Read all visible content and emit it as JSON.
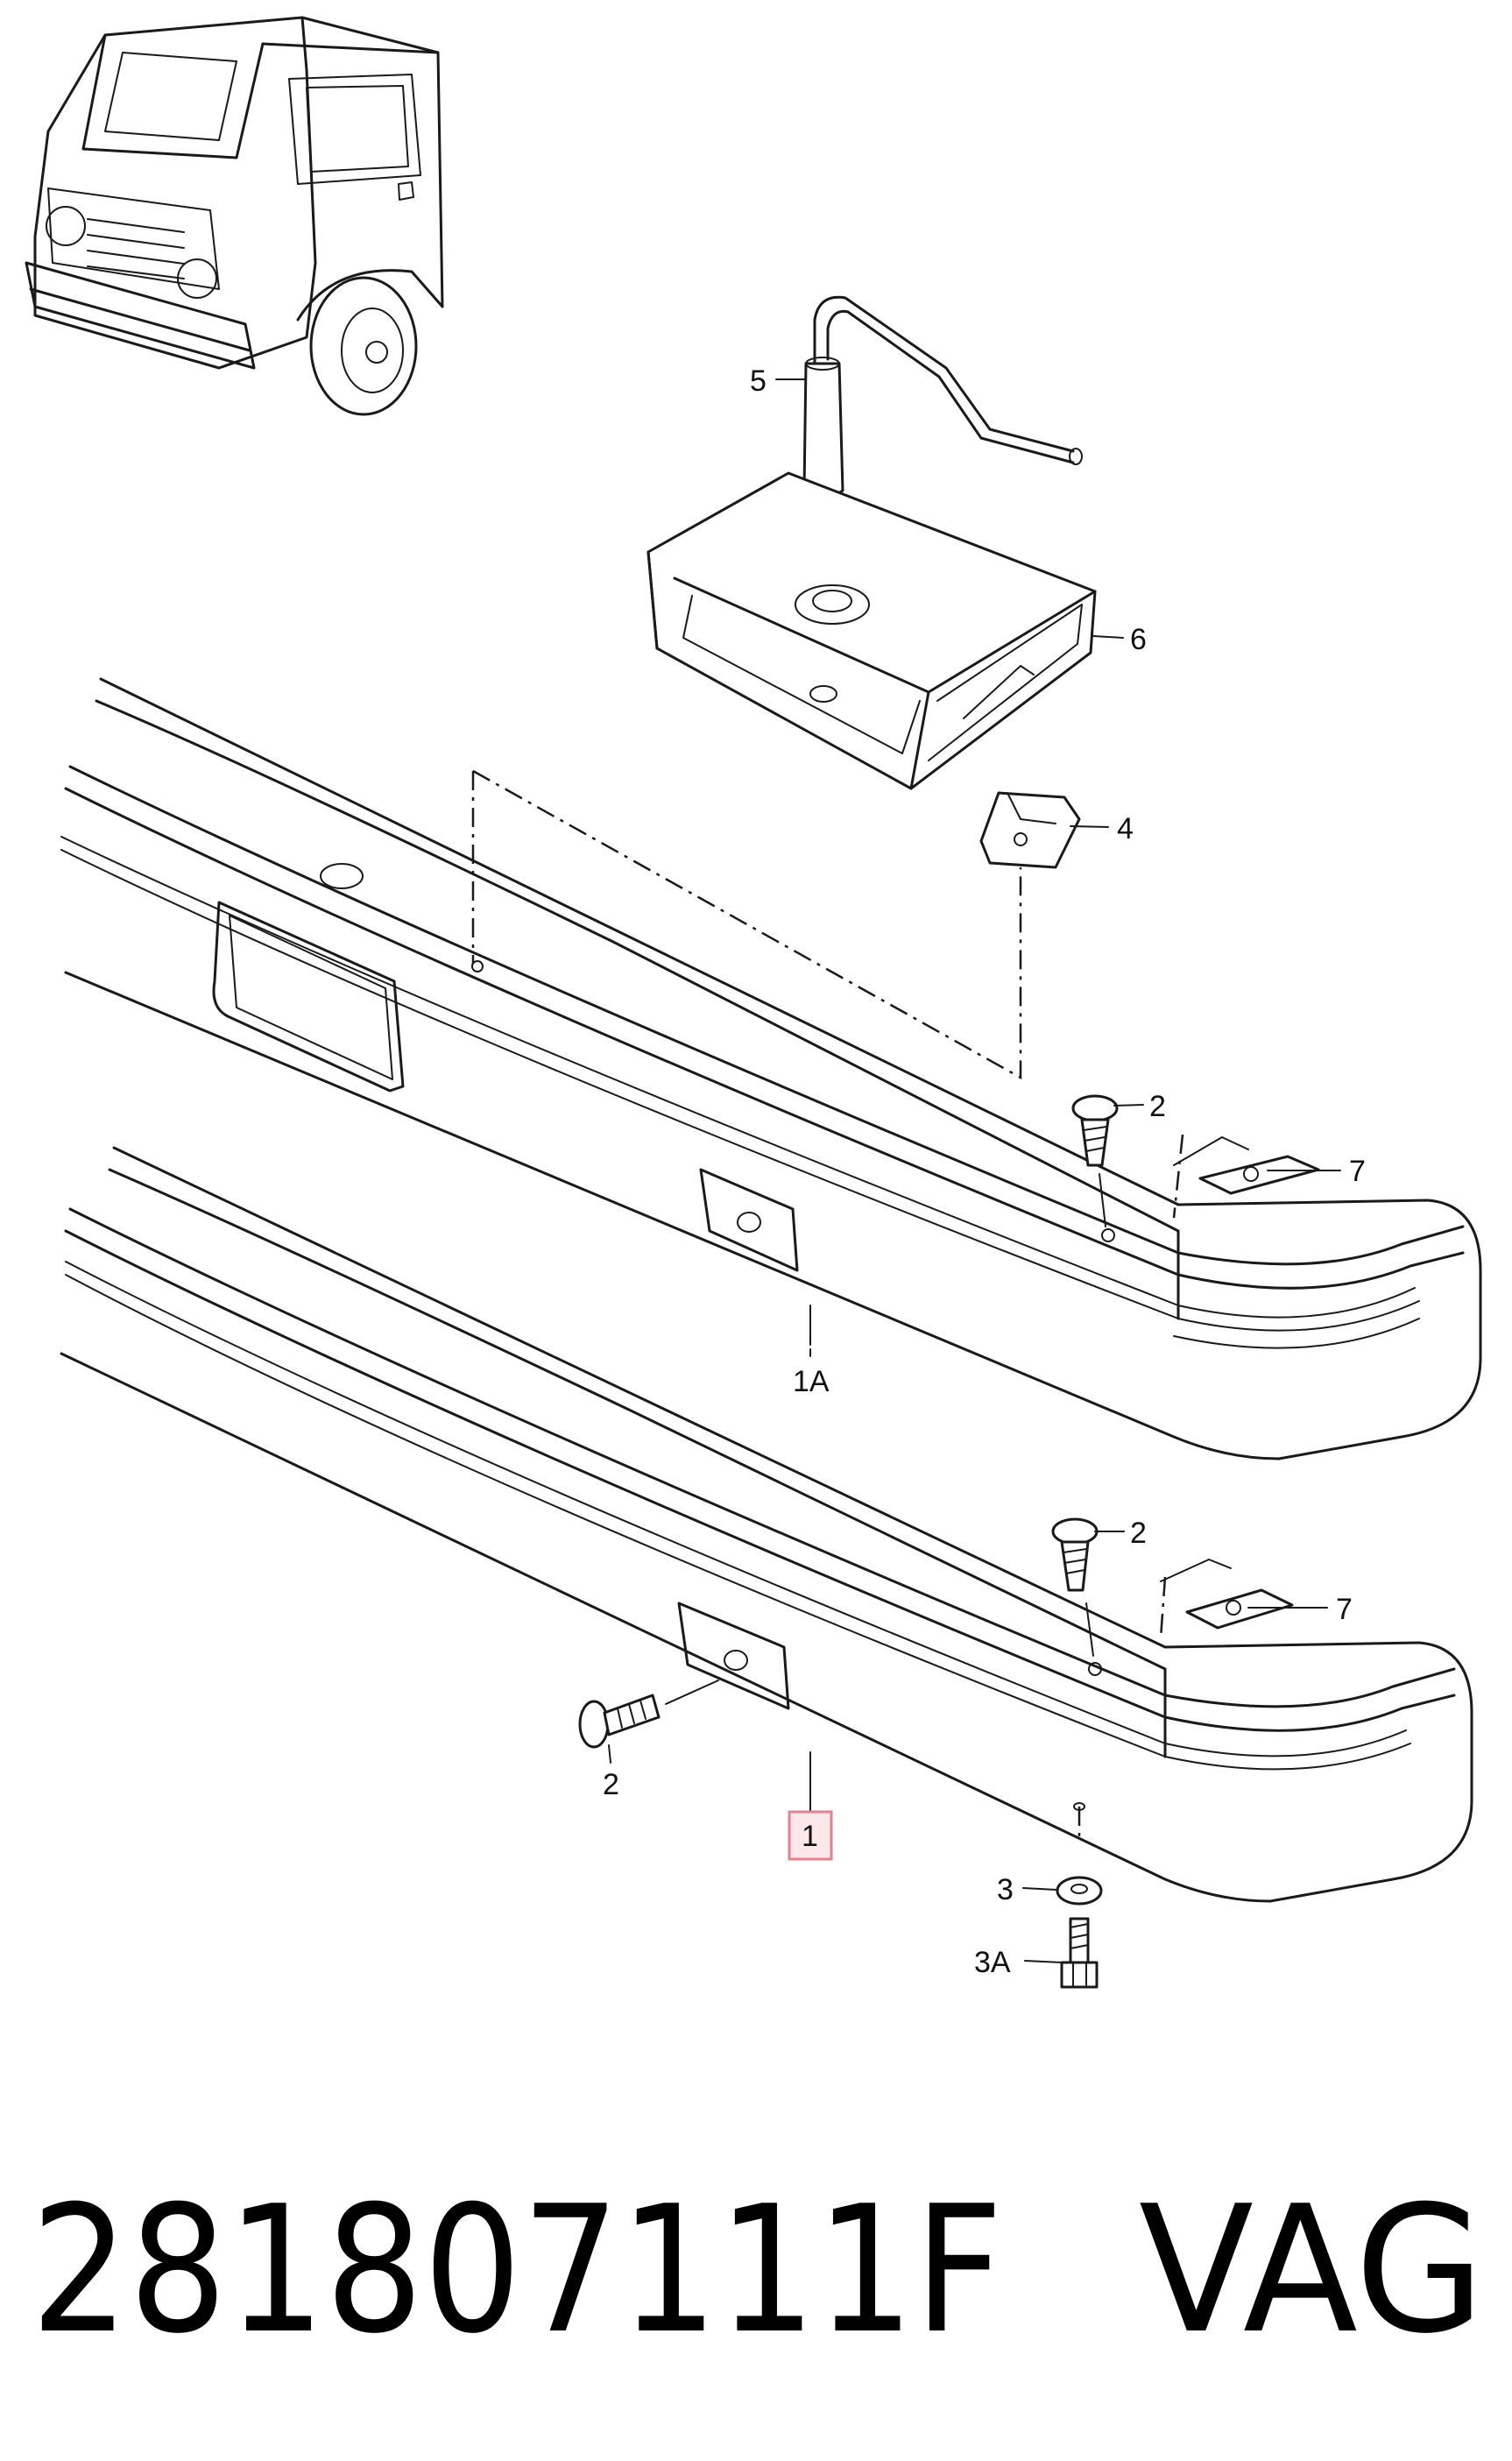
{
  "callouts": {
    "c5": "5",
    "c6": "6",
    "c4": "4",
    "c2_top": "2",
    "c7_top": "7",
    "c1A": "1A",
    "c2_mid": "2",
    "c7_mid": "7",
    "c2_left": "2",
    "c1": "1",
    "c3": "3",
    "c3A": "3A"
  },
  "footer": {
    "part_number": "281807111F",
    "brand": "VAG"
  },
  "colors": {
    "line": "#1a1a1a",
    "highlight_fill": "#fde7ea",
    "highlight_border": "#e5828f"
  }
}
